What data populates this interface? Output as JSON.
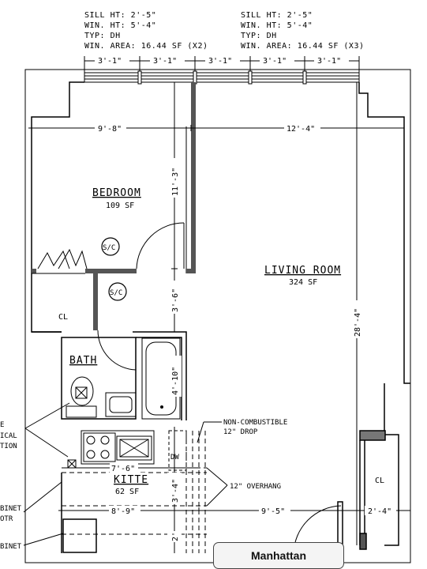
{
  "window_specs": {
    "left": [
      "SILL HT: 2'-5\"",
      "WIN. HT: 5'-4\"",
      "TYP: DH",
      "WIN. AREA: 16.44 SF (X2)"
    ],
    "right": [
      "SILL HT: 2'-5\"",
      "WIN. HT: 5'-4\"",
      "TYP: DH",
      "WIN. AREA: 16.44 SF (X3)"
    ]
  },
  "window_dims": [
    "3'-1\"",
    "3'-1\"",
    "3'-1\"",
    "3'-1\"",
    "3'-1\""
  ],
  "dims": {
    "bedroom_width": "9'-8\"",
    "living_width": "12'-4\"",
    "bedroom_depth": "11'-3\"",
    "hall_depth": "3'-6\"",
    "bath_depth": "4'-10\"",
    "living_depth": "28'-4\"",
    "kitchen_width": "7'-6\"",
    "kitchen_depth": "3'-4\"",
    "lower_left": "8'-9\"",
    "lower_mid": "9'-5\"",
    "lower_right": "2'-4\"",
    "lower_vert": "2'"
  },
  "rooms": {
    "bedroom": {
      "name": "BEDROOM",
      "area": "109 SF"
    },
    "living": {
      "name": "LIVING ROOM",
      "area": "324 SF"
    },
    "bath": {
      "name": "BATH"
    },
    "kitchen": {
      "name": "KITTE",
      "area": "62 SF"
    },
    "closet_left": "CL",
    "closet_right": "CL",
    "smoke1": "S/C",
    "smoke2": "S/C",
    "dw": "DW"
  },
  "notes": {
    "non_combustible": [
      "NON-COMBUSTIBLE",
      "12\" DROP"
    ],
    "overhang": "12\" OVERHANG",
    "left_cut": [
      "E",
      "ICAL",
      "TION"
    ],
    "cabinet1": [
      "BINET",
      "OTR"
    ],
    "cabinet2": "BINET"
  },
  "button": {
    "label": "Manhattan"
  }
}
